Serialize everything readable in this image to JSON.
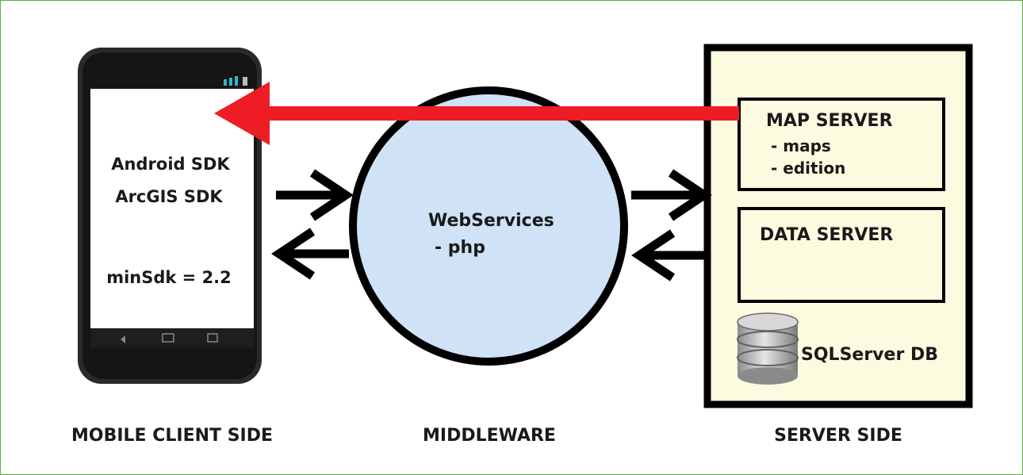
{
  "phone": {
    "line1": "Android SDK",
    "line2": "ArcGIS SDK",
    "line3": "minSdk = 2.2"
  },
  "middleware": {
    "title": "WebServices",
    "sub": "- php"
  },
  "server": {
    "map_title": "MAP SERVER",
    "map_item1": "- maps",
    "map_item2": "- edition",
    "data_title": "DATA SERVER",
    "db_label": "SQLServer DB"
  },
  "sections": {
    "client": "MOBILE CLIENT SIDE",
    "middleware": "MIDDLEWARE",
    "server": "SERVER SIDE"
  },
  "colors": {
    "arrow_red": "#ee1c25",
    "circle_fill": "#cfe2f6",
    "server_fill": "#fcfbe0",
    "frame_border": "#5fa84a"
  },
  "icons": [
    "phone-device-icon",
    "database-icon"
  ]
}
